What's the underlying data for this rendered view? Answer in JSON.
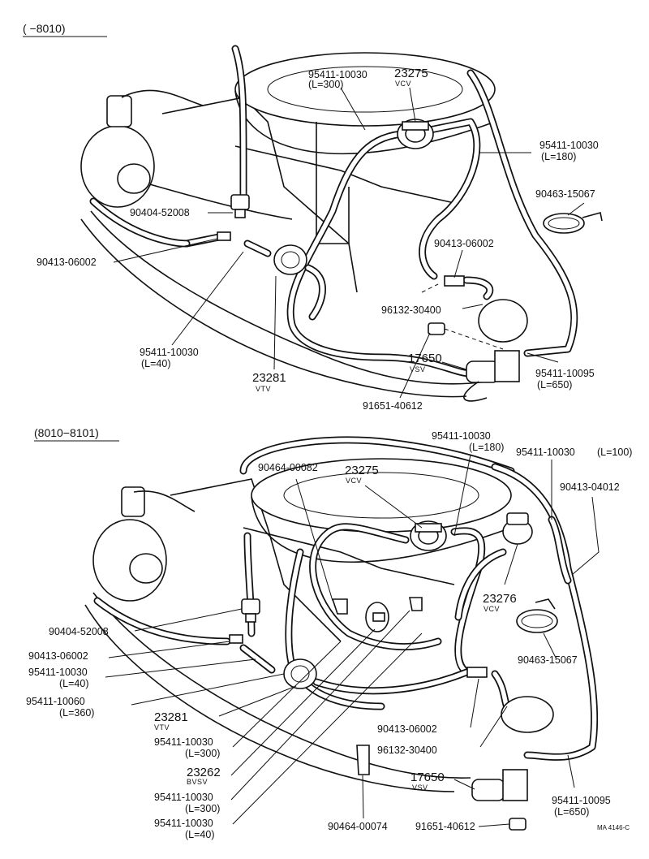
{
  "sections": [
    {
      "header": "(      −8010)",
      "labels": [
        {
          "pn": "95411-10030",
          "sub": "(L=300)"
        },
        {
          "pn": "23275",
          "sub": "VCV"
        },
        {
          "pn": "95411-10030",
          "sub": "(L=180)"
        },
        {
          "pn": "90463-15067"
        },
        {
          "pn": "90404-52008"
        },
        {
          "pn": "90413-06002"
        },
        {
          "pn": "90413-06002"
        },
        {
          "pn": "96132-30400"
        },
        {
          "pn": "95411-10030",
          "sub": "(L=40)"
        },
        {
          "pn": "17650",
          "sub": "VSV"
        },
        {
          "pn": "95411-10095",
          "sub": "(L=650)"
        },
        {
          "pn": "23281",
          "sub": "VTV"
        },
        {
          "pn": "91651-40612"
        }
      ]
    },
    {
      "header": "(8010−8101)",
      "labels": [
        {
          "pn": "95411-10030",
          "sub": "(L=180)"
        },
        {
          "pn": "95411-10030",
          "sub": "(L=100)"
        },
        {
          "pn": "90464-00082"
        },
        {
          "pn": "23275",
          "sub": "VCV"
        },
        {
          "pn": "90413-04012"
        },
        {
          "pn": "23276",
          "sub": "VCV"
        },
        {
          "pn": "90404-52008"
        },
        {
          "pn": "90413-06002"
        },
        {
          "pn": "95411-10030",
          "sub": "(L=40)"
        },
        {
          "pn": "90463-15067"
        },
        {
          "pn": "95411-10060",
          "sub": "(L=360)"
        },
        {
          "pn": "23281",
          "sub": "VTV"
        },
        {
          "pn": "90413-06002"
        },
        {
          "pn": "95411-10030",
          "sub": "(L=300)"
        },
        {
          "pn": "96132-30400"
        },
        {
          "pn": "23262",
          "sub": "BVSV"
        },
        {
          "pn": "17650",
          "sub": "VSV"
        },
        {
          "pn": "95411-10030",
          "sub": "(L=300)"
        },
        {
          "pn": "95411-10095",
          "sub": "(L=650)"
        },
        {
          "pn": "95411-10030",
          "sub": "(L=40)"
        },
        {
          "pn": "90464-00074"
        },
        {
          "pn": "91651-40612"
        }
      ]
    }
  ],
  "figure_code": "MA 4146-C"
}
